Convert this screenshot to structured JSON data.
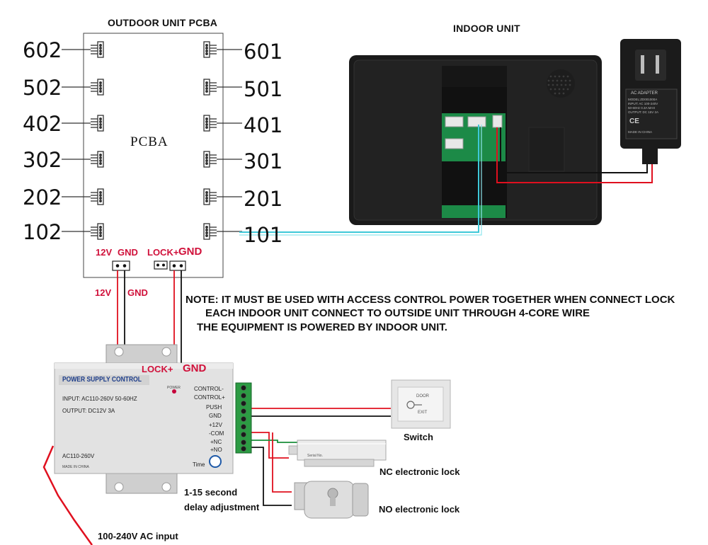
{
  "pcba": {
    "title": "OUTDOOR UNIT PCBA",
    "center_label": "PCBA",
    "left_ports": [
      "602",
      "502",
      "402",
      "302",
      "202",
      "102"
    ],
    "right_ports": [
      "601",
      "501",
      "401",
      "301",
      "201",
      "101"
    ],
    "bottom_left_labels": [
      "12V",
      "GND"
    ],
    "bottom_right_labels": [
      "LOCK+",
      "GND"
    ]
  },
  "wire_labels": [
    "12V",
    "GND"
  ],
  "indoor_unit": {
    "title": "INDOOR UNIT"
  },
  "adapter": {
    "label": "AC ADAPTER",
    "lines": [
      "MODEL:ZD001000A",
      "INPUT: AC 100-240V",
      "50-60Hz 0.3A MAX",
      "OUTPUT: DC 15V 2A"
    ],
    "marks": [
      "CE",
      "MADE IN CHINA"
    ]
  },
  "notes": [
    "NOTE: IT MUST BE USED WITH ACCESS CONTROL POWER TOGETHER WHEN CONNECT LOCK",
    "EACH INDOOR UNIT CONNECT TO OUTSIDE UNIT THROUGH 4-CORE WIRE",
    "THE EQUIPMENT IS POWERED BY INDOOR UNIT."
  ],
  "power_supply": {
    "title": "POWER SUPPLY CONTROL",
    "input": "INPUT: AC110-260V 50-60HZ",
    "output": "OUTPUT: DC12V 3A",
    "ac_label": "AC110-260V",
    "made_in": "MADE IN CHINA",
    "power_led": "POWER",
    "time_label": "Time",
    "lock_label": "LOCK+",
    "gnd_label": "GND",
    "terminals": [
      "CONTROL-",
      "CONTROL+",
      "PUSH",
      "GND",
      "+12V",
      "-COM",
      "+NC",
      "+NO"
    ]
  },
  "devices": {
    "switch_label": "Switch",
    "switch_text": [
      "DOOR",
      "EXIT"
    ],
    "nc_lock_label": "NC electronic lock",
    "nc_lock_text": "Serial No.",
    "no_lock_label": "NO electronic lock",
    "delay_label": [
      "1-15 second",
      "delay adjustment"
    ],
    "ac_input_label": "100-240V AC input"
  },
  "colors": {
    "red_wire": "#e0101f",
    "black_wire": "#111111",
    "cyan_wire": "#3ec8d8",
    "green_wire": "#1a8f3a",
    "label_red": "#d0103a"
  }
}
